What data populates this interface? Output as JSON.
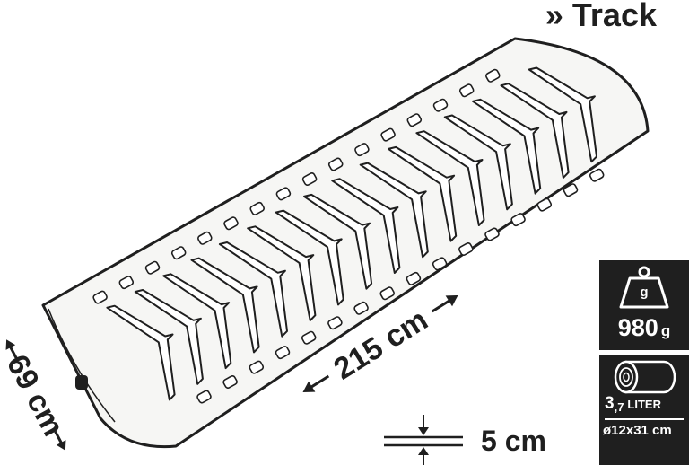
{
  "title": "» Track",
  "dimensions": {
    "length": "215 cm",
    "width": "69 cm",
    "thickness": "5 cm"
  },
  "weight_badge": {
    "icon": "weight-icon",
    "icon_label": "g",
    "value": "980",
    "unit": "g"
  },
  "pack_badge": {
    "icon": "rolled-mat-icon",
    "volume_main": "3",
    "volume_sub": ",7",
    "volume_unit": "LITER",
    "size": "ø12x31 cm"
  },
  "colors": {
    "ink": "#1f1f1f",
    "background": "#ffffff",
    "mat_fill": "#f6f6f4"
  }
}
